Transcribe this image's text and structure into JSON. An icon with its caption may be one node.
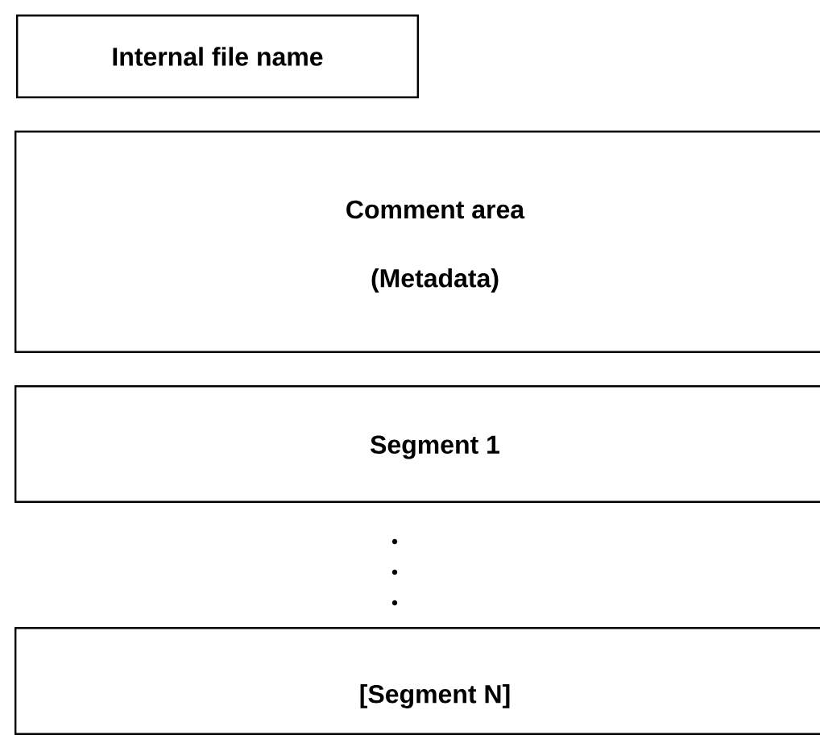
{
  "diagram": {
    "nodes": [
      {
        "text": [
          "Internal file name"
        ]
      },
      {
        "text": [
          "Comment area",
          "(Metadata)"
        ]
      },
      {
        "text": [
          "Segment 1"
        ]
      },
      {
        "text": [
          "[Segment N]"
        ]
      }
    ]
  }
}
